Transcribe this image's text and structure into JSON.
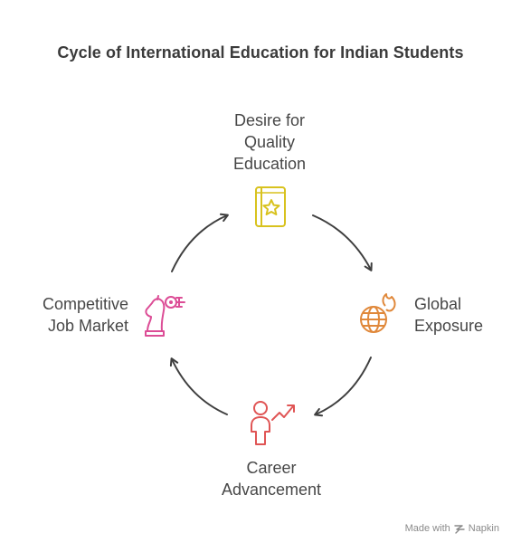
{
  "title": "Cycle of International Education for Indian Students",
  "nodes": {
    "top": {
      "lines": [
        "Desire for",
        "Quality",
        "Education"
      ],
      "icon": "book-star-icon",
      "color": "#d8c21e"
    },
    "right": {
      "lines": [
        "Global",
        "Exposure"
      ],
      "icon": "globe-fire-icon",
      "color": "#e0883a"
    },
    "bottom": {
      "lines": [
        "Career",
        "Advancement"
      ],
      "icon": "person-growth-icon",
      "color": "#e05555"
    },
    "left": {
      "lines": [
        "Competitive",
        "Job Market"
      ],
      "icon": "chess-knight-icon",
      "color": "#dc4d96"
    }
  },
  "footer": {
    "made_with": "Made with",
    "brand": "Napkin"
  }
}
